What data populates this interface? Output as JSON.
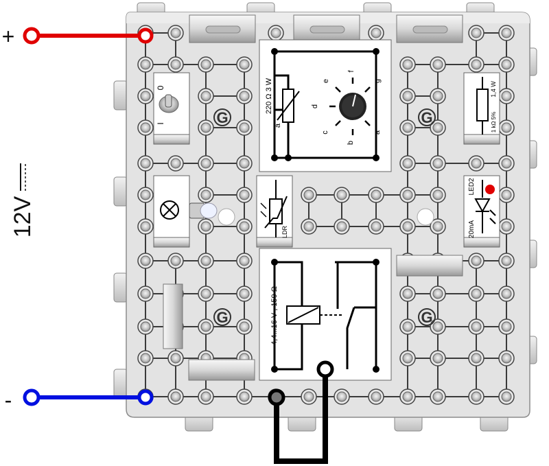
{
  "supply": {
    "voltage_label": "12V",
    "plus_label": "+",
    "minus_label": "-",
    "plus_wire_color": "#e00000",
    "minus_wire_color": "#0010e0",
    "bridge_wire_color": "#000000"
  },
  "board": {
    "logo_glyph": "G"
  },
  "switch": {
    "label_on": "0",
    "label_off": "I"
  },
  "potentiometer": {
    "rating": "220 Ω  3 W",
    "pin_label": "a",
    "dial_marks": [
      "a",
      "b",
      "c",
      "d",
      "e",
      "f",
      "g"
    ]
  },
  "resistor": {
    "power": "1,4 W",
    "value": "1 kΩ  5%"
  },
  "led": {
    "name": "LED2",
    "current": "20mA",
    "dot_color": "#e00000"
  },
  "ldr": {
    "label": "LDR"
  },
  "relay": {
    "rating": "4,4...16 V , 150 Ω"
  }
}
